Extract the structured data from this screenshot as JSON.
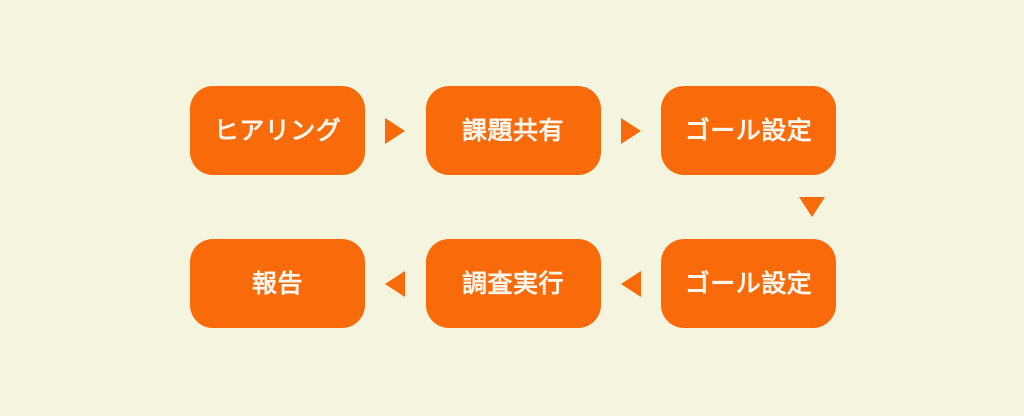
{
  "diagram": {
    "background_color": "#f4f4df",
    "node_color": "#f96a0a",
    "node_text_color": "#fdf6ec",
    "rows": [
      {
        "name": "top-row",
        "direction": "left-to-right",
        "nodes": [
          {
            "label": "ヒアリング"
          },
          {
            "label": "課題共有"
          },
          {
            "label": "ゴール設定"
          }
        ],
        "connectors": [
          {
            "icon": "triangle-right-icon"
          },
          {
            "icon": "triangle-right-icon"
          }
        ]
      },
      {
        "name": "bottom-row",
        "direction": "right-to-left",
        "nodes": [
          {
            "label": "報告"
          },
          {
            "label": "調査実行"
          },
          {
            "label": "ゴール設定"
          }
        ],
        "connectors": [
          {
            "icon": "triangle-left-icon"
          },
          {
            "icon": "triangle-left-icon"
          }
        ]
      }
    ],
    "vertical_connector": {
      "icon": "triangle-down-icon"
    }
  }
}
